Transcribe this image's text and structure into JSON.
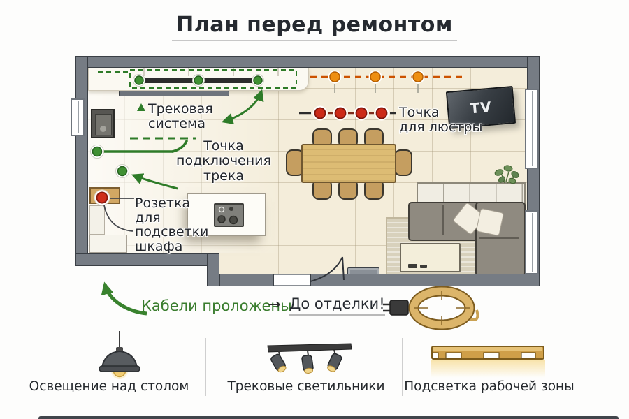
{
  "title": {
    "text": "План перед ремонтом"
  },
  "plan": {
    "labels": {
      "track_system": "Трековая\nсистема",
      "track_connection": "Точка\nподключения\nтрека",
      "chandelier_point": "Точка\nдля люстры",
      "cabinet_socket": "Розетка\nдля\nподсветки\nшкафа",
      "tv": "TV"
    },
    "markers": {
      "track_lights_count": 3,
      "chandelier_points_count": 4,
      "pendant_points_count": 3
    }
  },
  "note": {
    "cables_text": "Кабели проложены",
    "arrow": "→",
    "finish_text": "До отделки!"
  },
  "legend": {
    "items": [
      {
        "icon": "pendant-lamp-icon",
        "label": "Освещение над столом"
      },
      {
        "icon": "track-lights-icon",
        "label": "Трековые светильники"
      },
      {
        "icon": "led-strip-icon",
        "label": "Подсветка рабочей зоны"
      }
    ]
  },
  "colors": {
    "track_green": "#3f9033",
    "dash_green": "#2e7b28",
    "chandelier_red": "#cc2a18",
    "pendant_orange": "#ee8f12",
    "pendant_dash": "#cc5200",
    "wall_gray": "#767c84",
    "floor_cream": "#f4edda",
    "wood": "#d2a763",
    "note_green": "#3a7d2e"
  }
}
